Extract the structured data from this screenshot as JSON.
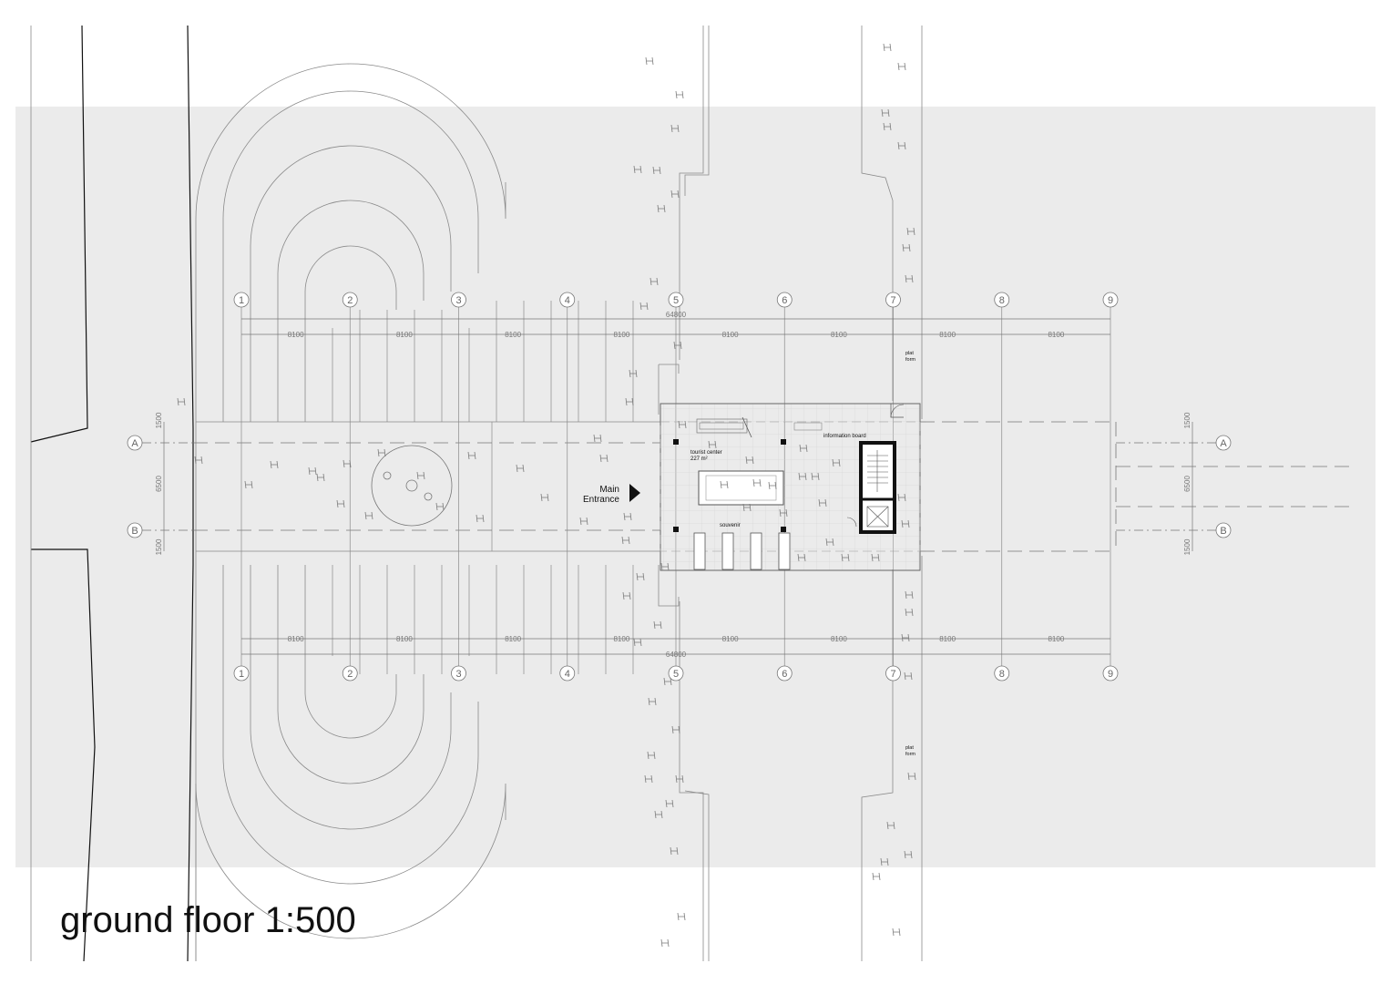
{
  "drawing": {
    "title": "ground floor 1:500",
    "colors": {
      "site_fill": "#ebebeb",
      "line": "#8a8a8a",
      "line_dark": "#111111",
      "text": "#555555"
    }
  },
  "grid": {
    "columns": [
      "1",
      "2",
      "3",
      "4",
      "5",
      "6",
      "7",
      "8",
      "9"
    ],
    "rows": [
      "A",
      "B"
    ],
    "overall_dimension": "64800",
    "bay_dimension": "8100",
    "row_dimensions": [
      "1500",
      "6500",
      "1500"
    ]
  },
  "labels": {
    "main_entrance": [
      "Main",
      "Entrance"
    ],
    "tourist_center": [
      "tourist center",
      "227 m²"
    ],
    "information_board": "information board",
    "souvenir": "souvenir",
    "platform": [
      "plat",
      "form"
    ]
  }
}
